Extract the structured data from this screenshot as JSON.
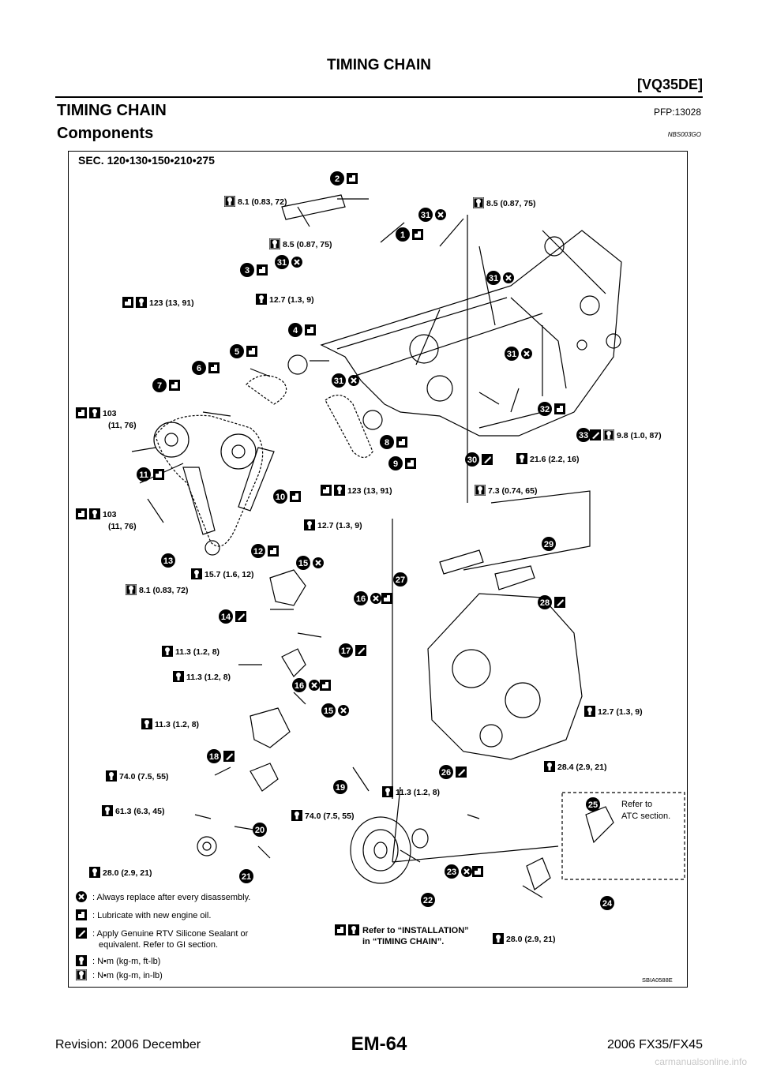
{
  "header": {
    "title": "TIMING CHAIN",
    "engine": "[VQ35DE]"
  },
  "section": {
    "title": "TIMING CHAIN",
    "code": "PFP:13028"
  },
  "subsection": {
    "title": "Components",
    "code": "NBS003GO"
  },
  "figure": {
    "sec_label": "SEC. 120•130•150•210•275",
    "figure_id": "SBIA0588E",
    "torques": [
      "8.1 (0.83, 72)",
      "8.5 (0.87, 75)",
      "8.5 (0.87, 75)",
      "123 (13, 91)",
      "12.7 (1.3, 9)",
      "103",
      "(11, 76)",
      "9.8 (1.0, 87)",
      "21.6 (2.2, 16)",
      "123 (13, 91)",
      "7.3 (0.74, 65)",
      "103",
      "(11, 76)",
      "12.7 (1.3, 9)",
      "15.7 (1.6, 12)",
      "8.1 (0.83, 72)",
      "11.3 (1.2, 8)",
      "11.3 (1.2, 8)",
      "12.7 (1.3, 9)",
      "11.3 (1.2, 8)",
      "74.0 (7.5, 55)",
      "28.4 (2.9, 21)",
      "11.3 (1.2, 8)",
      "61.3 (6.3, 45)",
      "74.0 (7.5, 55)",
      "28.0 (2.9, 21)",
      "28.0 (2.9, 21)"
    ],
    "callouts": [
      "2",
      "31",
      "1",
      "3",
      "31",
      "31",
      "4",
      "5",
      "6",
      "7",
      "31",
      "31",
      "32",
      "8",
      "33",
      "9",
      "30",
      "11",
      "10",
      "29",
      "12",
      "13",
      "27",
      "15",
      "16",
      "28",
      "14",
      "17",
      "16",
      "15",
      "18",
      "26",
      "19",
      "25",
      "20",
      "21",
      "23",
      "22",
      "24"
    ],
    "refer_atc": [
      "Refer to",
      "ATC section."
    ],
    "refer_install": [
      "Refer to “INSTALLATION”",
      "in “TIMING CHAIN”."
    ],
    "legend": [
      {
        "icon": "replace-icon",
        "text": ": Always replace after every disassembly."
      },
      {
        "icon": "oil-icon",
        "text": ": Lubricate with new engine oil."
      },
      {
        "icon": "sealant-icon",
        "text": ": Apply Genuine RTV Silicone Sealant or"
      },
      {
        "icon": "",
        "text": "equivalent. Refer to GI section."
      },
      {
        "icon": "torque-icon",
        "text": ": N•m (kg-m, ft-lb)"
      },
      {
        "icon": "torque-inlb-icon",
        "text": ": N•m (kg-m, in-lb)"
      }
    ]
  },
  "footer": {
    "revision": "Revision: 2006 December",
    "page": "EM-64",
    "model": "2006 FX35/FX45"
  },
  "watermark": "carmanualsonline.info"
}
